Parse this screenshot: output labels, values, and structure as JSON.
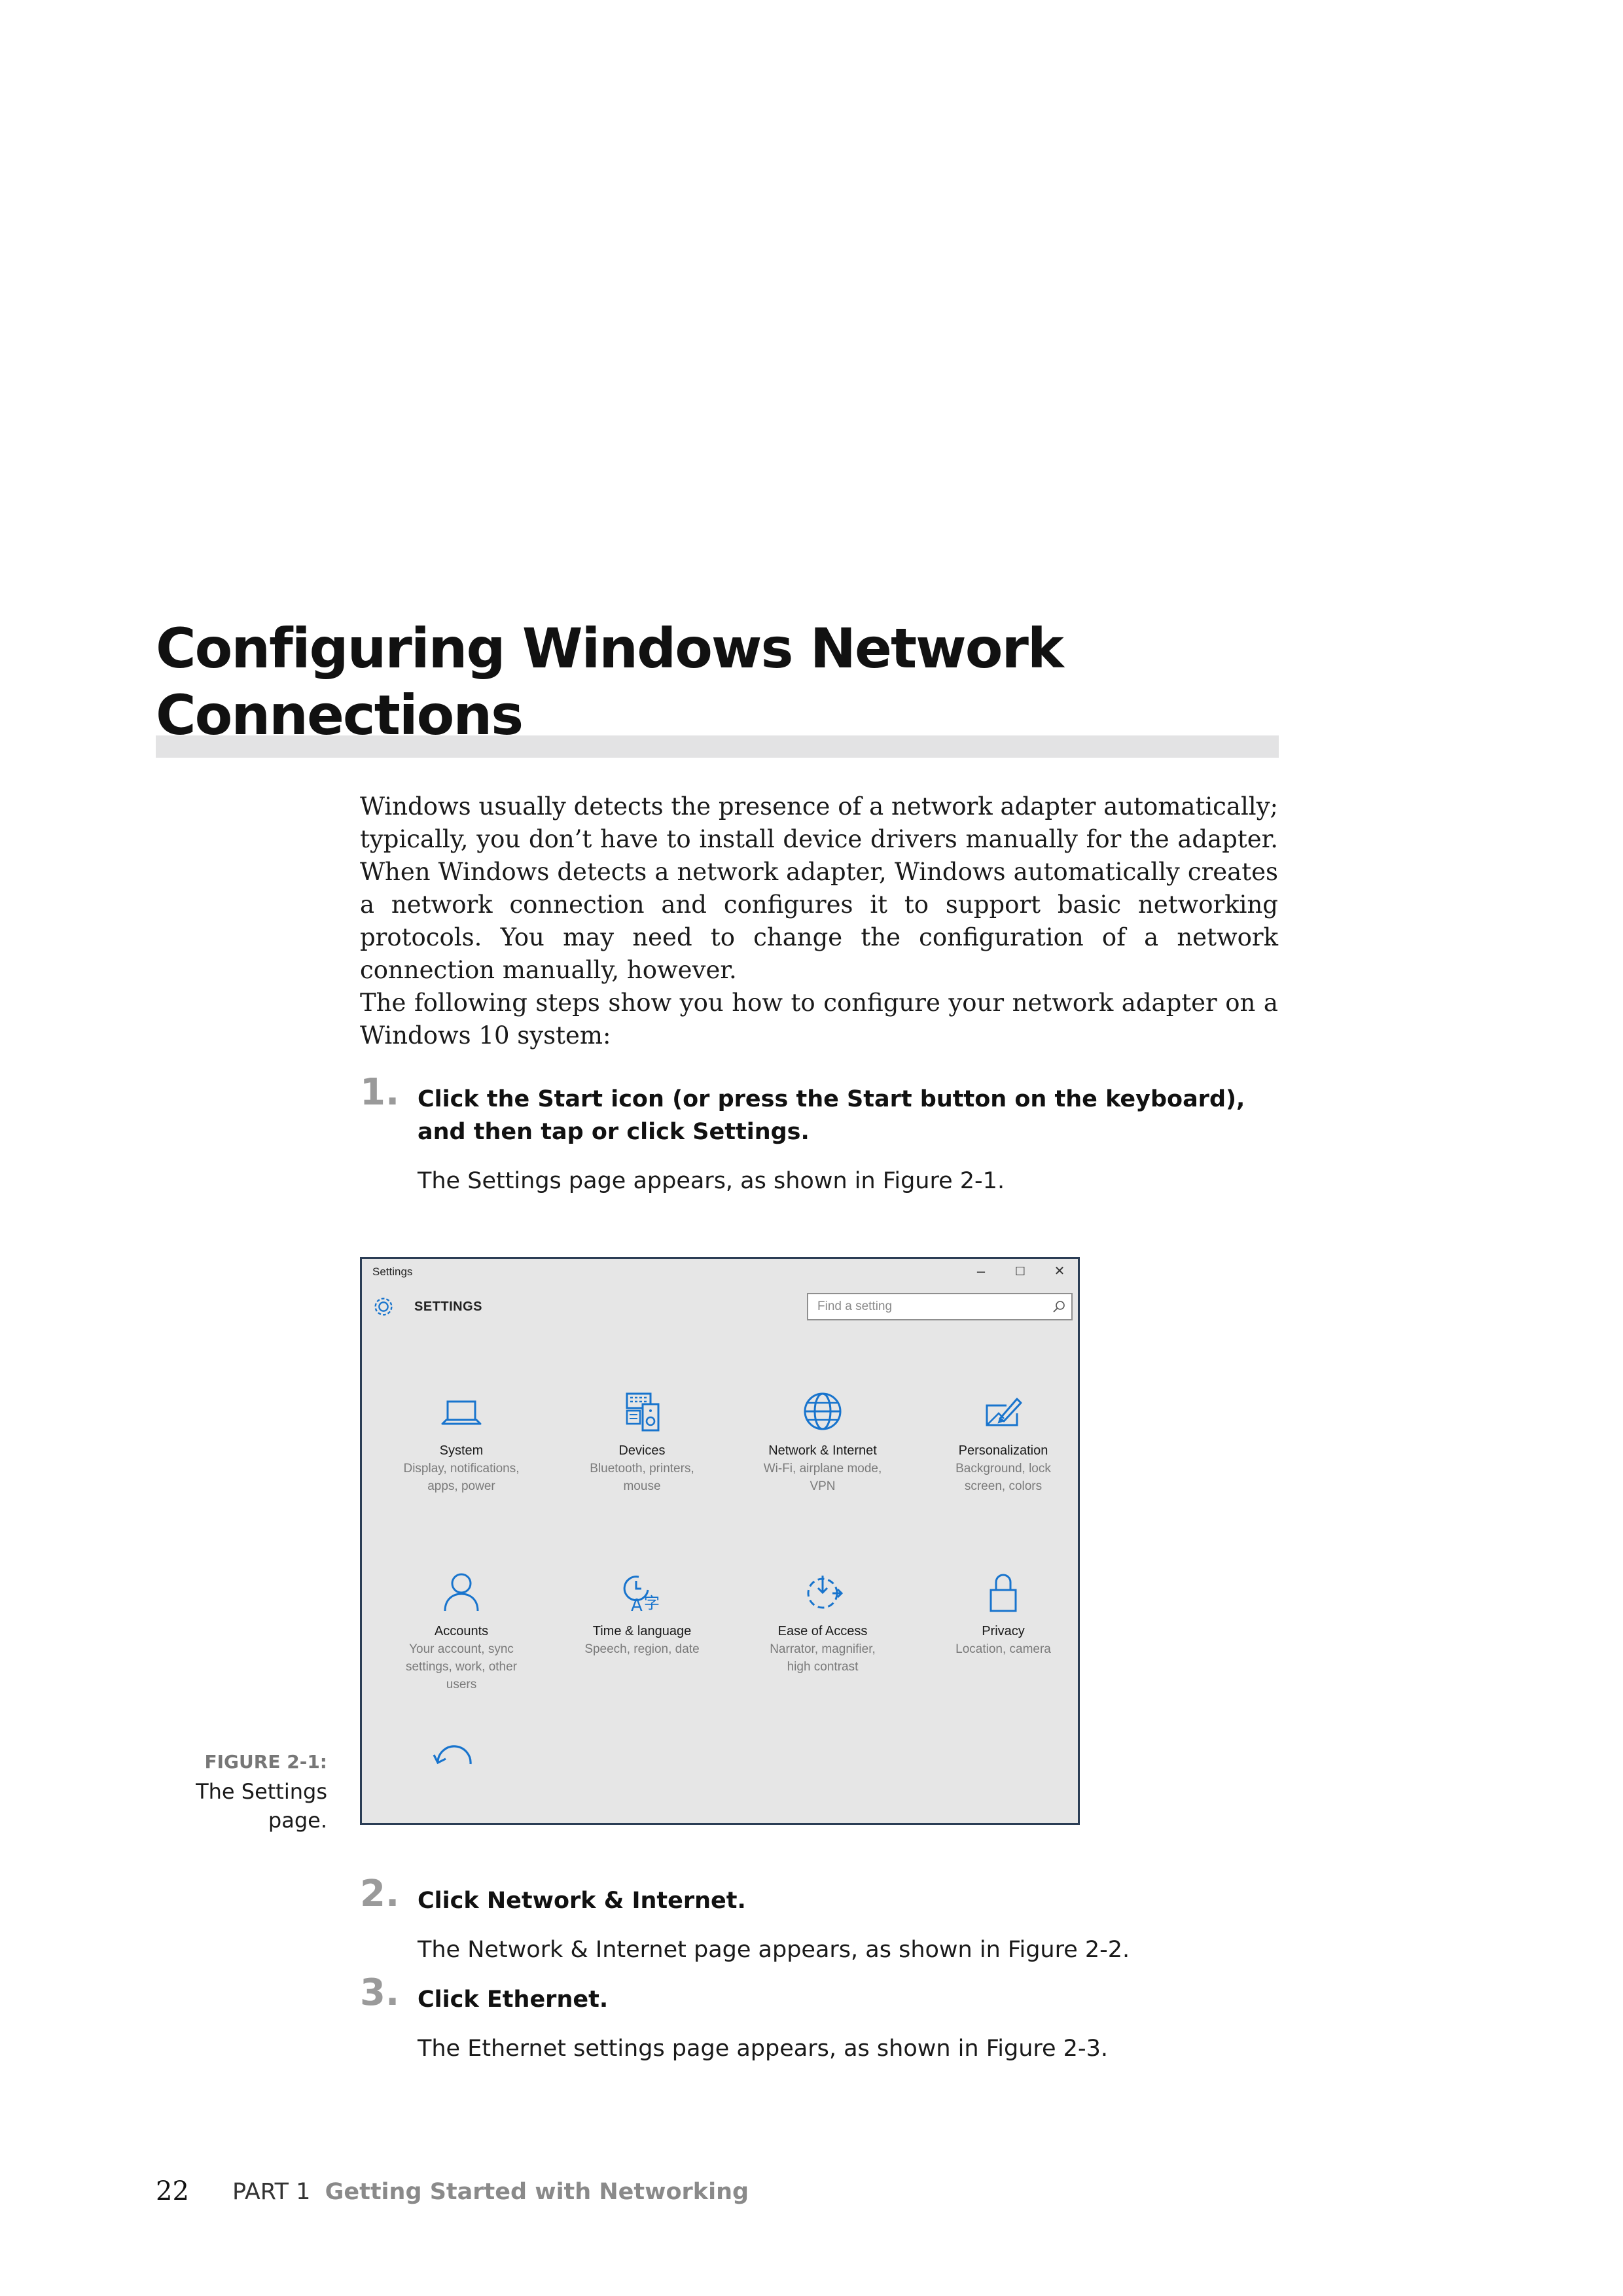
{
  "heading": {
    "line1": "Configuring Windows Network",
    "line2": "Connections"
  },
  "paragraphs": {
    "p1": "Windows usually detects the presence of a network adapter automatically; typically, you don’t have to install device drivers manually for the adapter. When Windows detects a network adapter, Windows automatically creates a network connection and configures it to support basic networking protocols. You may need to change the configuration of a network connection manually, however.",
    "p2": "The following steps show you how to configure your network adapter on a Windows 10 system:"
  },
  "steps": [
    {
      "num": "1.",
      "text": "Click the Start icon (or press the Start button on the keyboard), and then tap or click Settings.",
      "result": "The Settings page appears, as shown in Figure 2-1."
    },
    {
      "num": "2.",
      "text": "Click Network & Internet.",
      "result": "The Network & Internet page appears, as shown in Figure 2-2."
    },
    {
      "num": "3.",
      "text": "Click Ethernet.",
      "result": "The Ethernet settings page appears, as shown in Figure 2-3."
    }
  ],
  "figure": {
    "label": "FIGURE 2-1:",
    "caption": "The Settings page."
  },
  "window": {
    "title": "Settings",
    "controls": {
      "minimize": "–",
      "maximize": "☐",
      "close": "✕"
    },
    "header": "SETTINGS",
    "search_placeholder": "Find a setting",
    "accent": "#1874cd",
    "tiles": [
      {
        "icon": "laptop-icon",
        "title": "System",
        "sub1": "Display, notifications,",
        "sub2": "apps, power",
        "sub3": ""
      },
      {
        "icon": "devices-icon",
        "title": "Devices",
        "sub1": "Bluetooth, printers,",
        "sub2": "mouse",
        "sub3": ""
      },
      {
        "icon": "globe-icon",
        "title": "Network & Internet",
        "sub1": "Wi-Fi, airplane mode,",
        "sub2": "VPN",
        "sub3": ""
      },
      {
        "icon": "personalization-icon",
        "title": "Personalization",
        "sub1": "Background, lock",
        "sub2": "screen, colors",
        "sub3": ""
      },
      {
        "icon": "person-icon",
        "title": "Accounts",
        "sub1": "Your account, sync",
        "sub2": "settings, work, other",
        "sub3": "users"
      },
      {
        "icon": "time-language-icon",
        "title": "Time & language",
        "sub1": "Speech, region, date",
        "sub2": "",
        "sub3": ""
      },
      {
        "icon": "ease-of-access-icon",
        "title": "Ease of Access",
        "sub1": "Narrator, magnifier,",
        "sub2": "high contrast",
        "sub3": ""
      },
      {
        "icon": "lock-icon",
        "title": "Privacy",
        "sub1": "Location, camera",
        "sub2": "",
        "sub3": ""
      }
    ]
  },
  "footer": {
    "page_number": "22",
    "part": "PART 1",
    "title": "Getting Started with Networking"
  }
}
